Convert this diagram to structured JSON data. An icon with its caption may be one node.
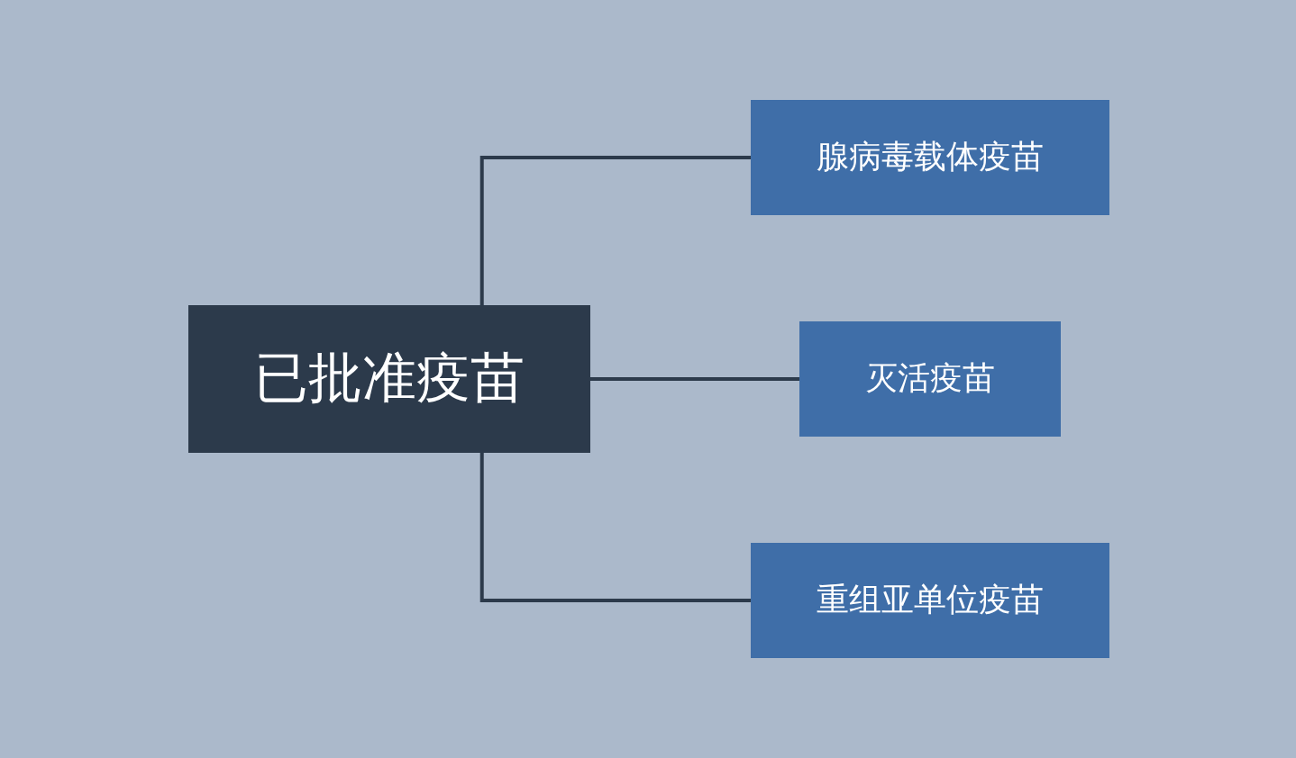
{
  "diagram": {
    "nodes": [
      {
        "text": [
          "已批准疫苗"
        ]
      },
      {
        "text": [
          "腺病毒载体疫苗"
        ]
      },
      {
        "text": [
          "灭活疫苗"
        ]
      },
      {
        "text": [
          "重组亚单位疫苗"
        ]
      }
    ],
    "edges": [
      {
        "from": 0,
        "to": 1,
        "arrow": "none"
      },
      {
        "from": 0,
        "to": 2,
        "arrow": "none"
      },
      {
        "from": 0,
        "to": 3,
        "arrow": "none"
      }
    ]
  }
}
